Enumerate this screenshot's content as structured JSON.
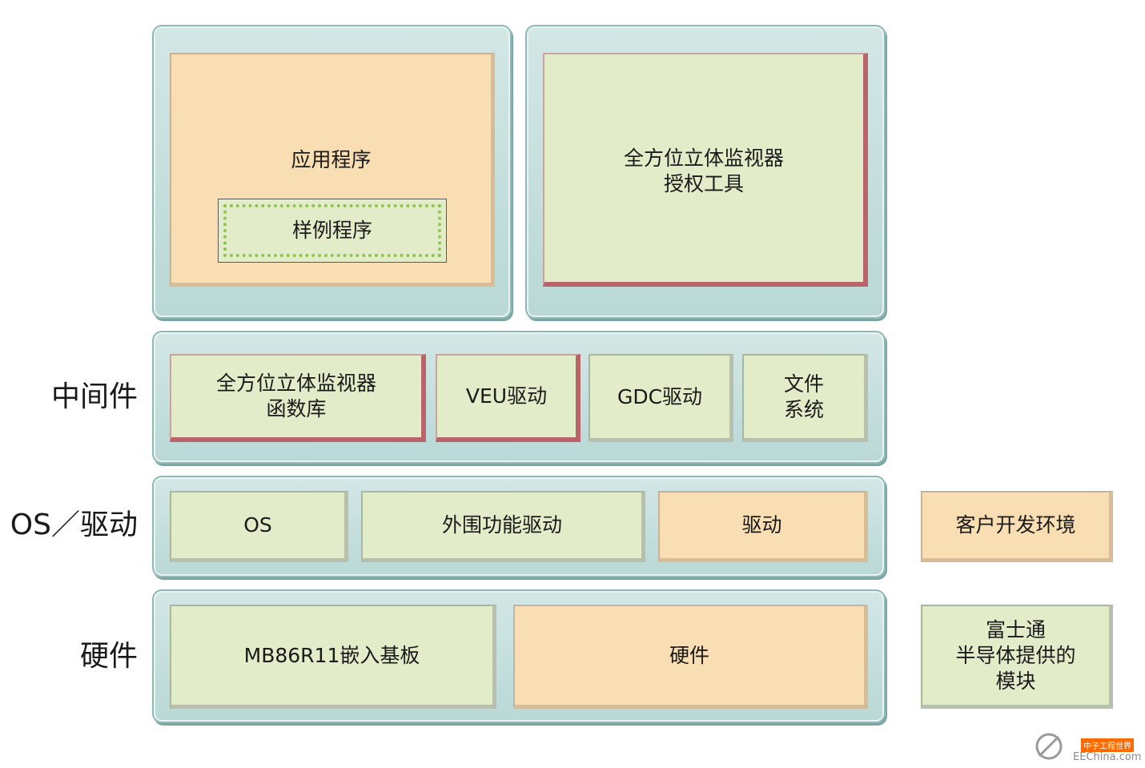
{
  "layer_labels": {
    "middleware": "中间件",
    "os_driver": "OS／驱动",
    "hardware": "硬件"
  },
  "application_layer": {
    "app_box": "应用程序",
    "sample_box": "样例程序",
    "monitor_tool": "全方位立体监视器\n授权工具"
  },
  "middleware_layer": {
    "monitor_library": "全方位立体监视器\n函数库",
    "veu_driver": "VEU驱动",
    "gdc_driver": "GDC驱动",
    "file_system": "文件\n系统"
  },
  "os_driver_layer": {
    "os": "OS",
    "peripheral_driver": "外围功能驱动",
    "driver": "驱动"
  },
  "hardware_layer": {
    "board": "MB86R11嵌入基板",
    "hardware": "硬件"
  },
  "legend": {
    "customer_env": "客户开发环境",
    "fujitsu_modules": "富士通\n半导体提供的\n模块"
  },
  "watermark": {
    "brand": "中子工程世界",
    "site": "EEChina.com"
  },
  "colors": {
    "frame_teal": "#b9d8d6",
    "fujitsu_green": "#e2ecc8",
    "customer_orange": "#f8deb2",
    "accent_red": "#b9636a",
    "dotted_green": "#8fc44f"
  }
}
